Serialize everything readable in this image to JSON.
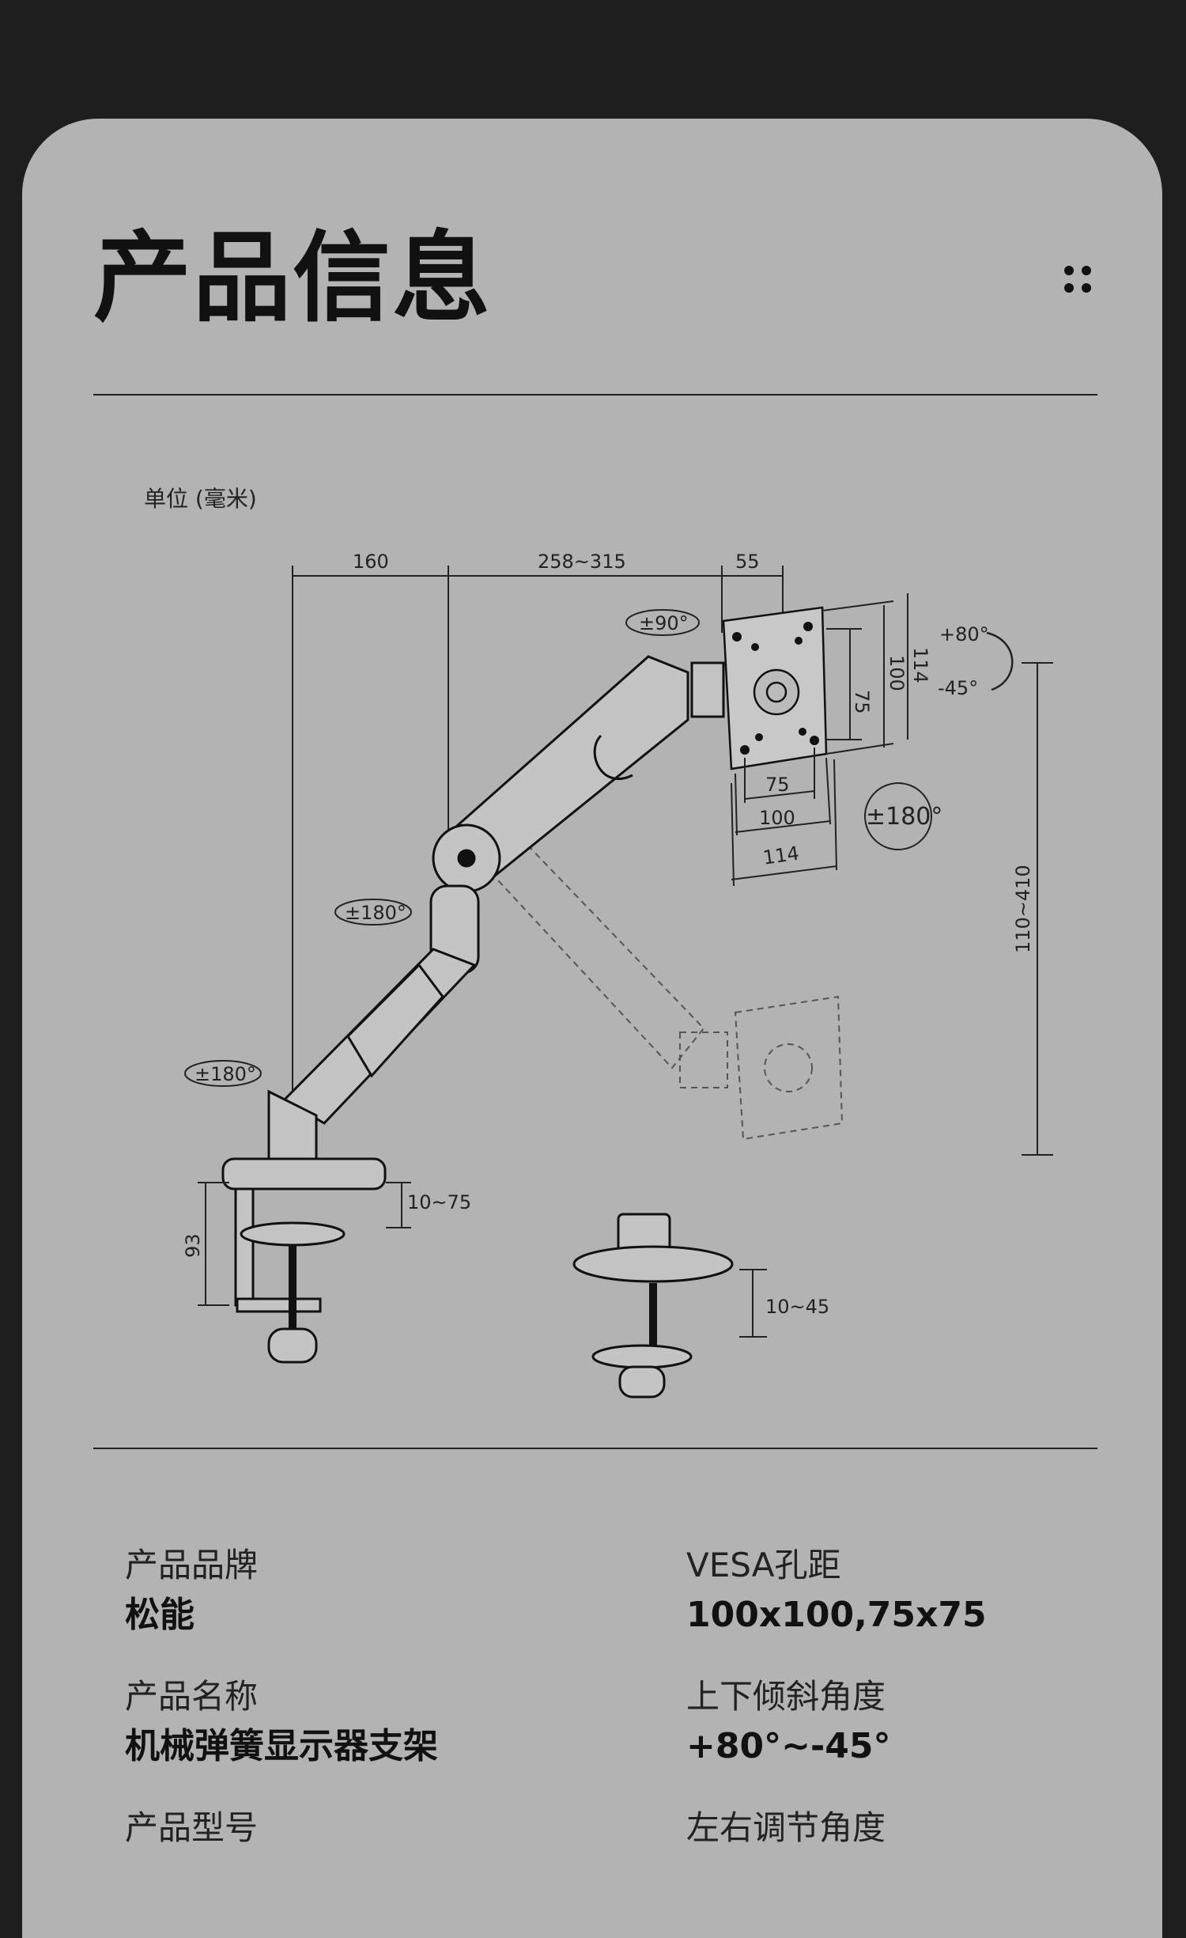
{
  "header": {
    "title": "产品信息",
    "menu_icon": "dots-grid-icon"
  },
  "diagram": {
    "unit_label": "单位 (毫米)",
    "dims": {
      "base_width": "160",
      "arm_range": "258~315",
      "head_depth": "55",
      "clamp_height": "93",
      "desk_thickness_clamp": "10~75",
      "desk_thickness_grommet": "10~45",
      "height_range": "110~410",
      "vesa_75_v": "75",
      "vesa_100_v": "100",
      "vesa_114_v": "114",
      "vesa_75_h": "75",
      "vesa_100_h": "100",
      "vesa_114_h": "114"
    },
    "rotations": {
      "swivel_head": "±90°",
      "rotate_screen": "±180°",
      "elbow": "±180°",
      "base": "±180°",
      "tilt_up": "+80°",
      "tilt_down": "-45°"
    }
  },
  "specs": [
    {
      "label": "产品品牌",
      "value": "松能"
    },
    {
      "label": "VESA孔距",
      "value": "100x100,75x75"
    },
    {
      "label": "产品名称",
      "value": "机械弹簧显示器支架"
    },
    {
      "label": "上下倾斜角度",
      "value": "+80°~-45°"
    },
    {
      "label": "产品型号",
      "value": ""
    },
    {
      "label": "左右调节角度",
      "value": ""
    }
  ]
}
